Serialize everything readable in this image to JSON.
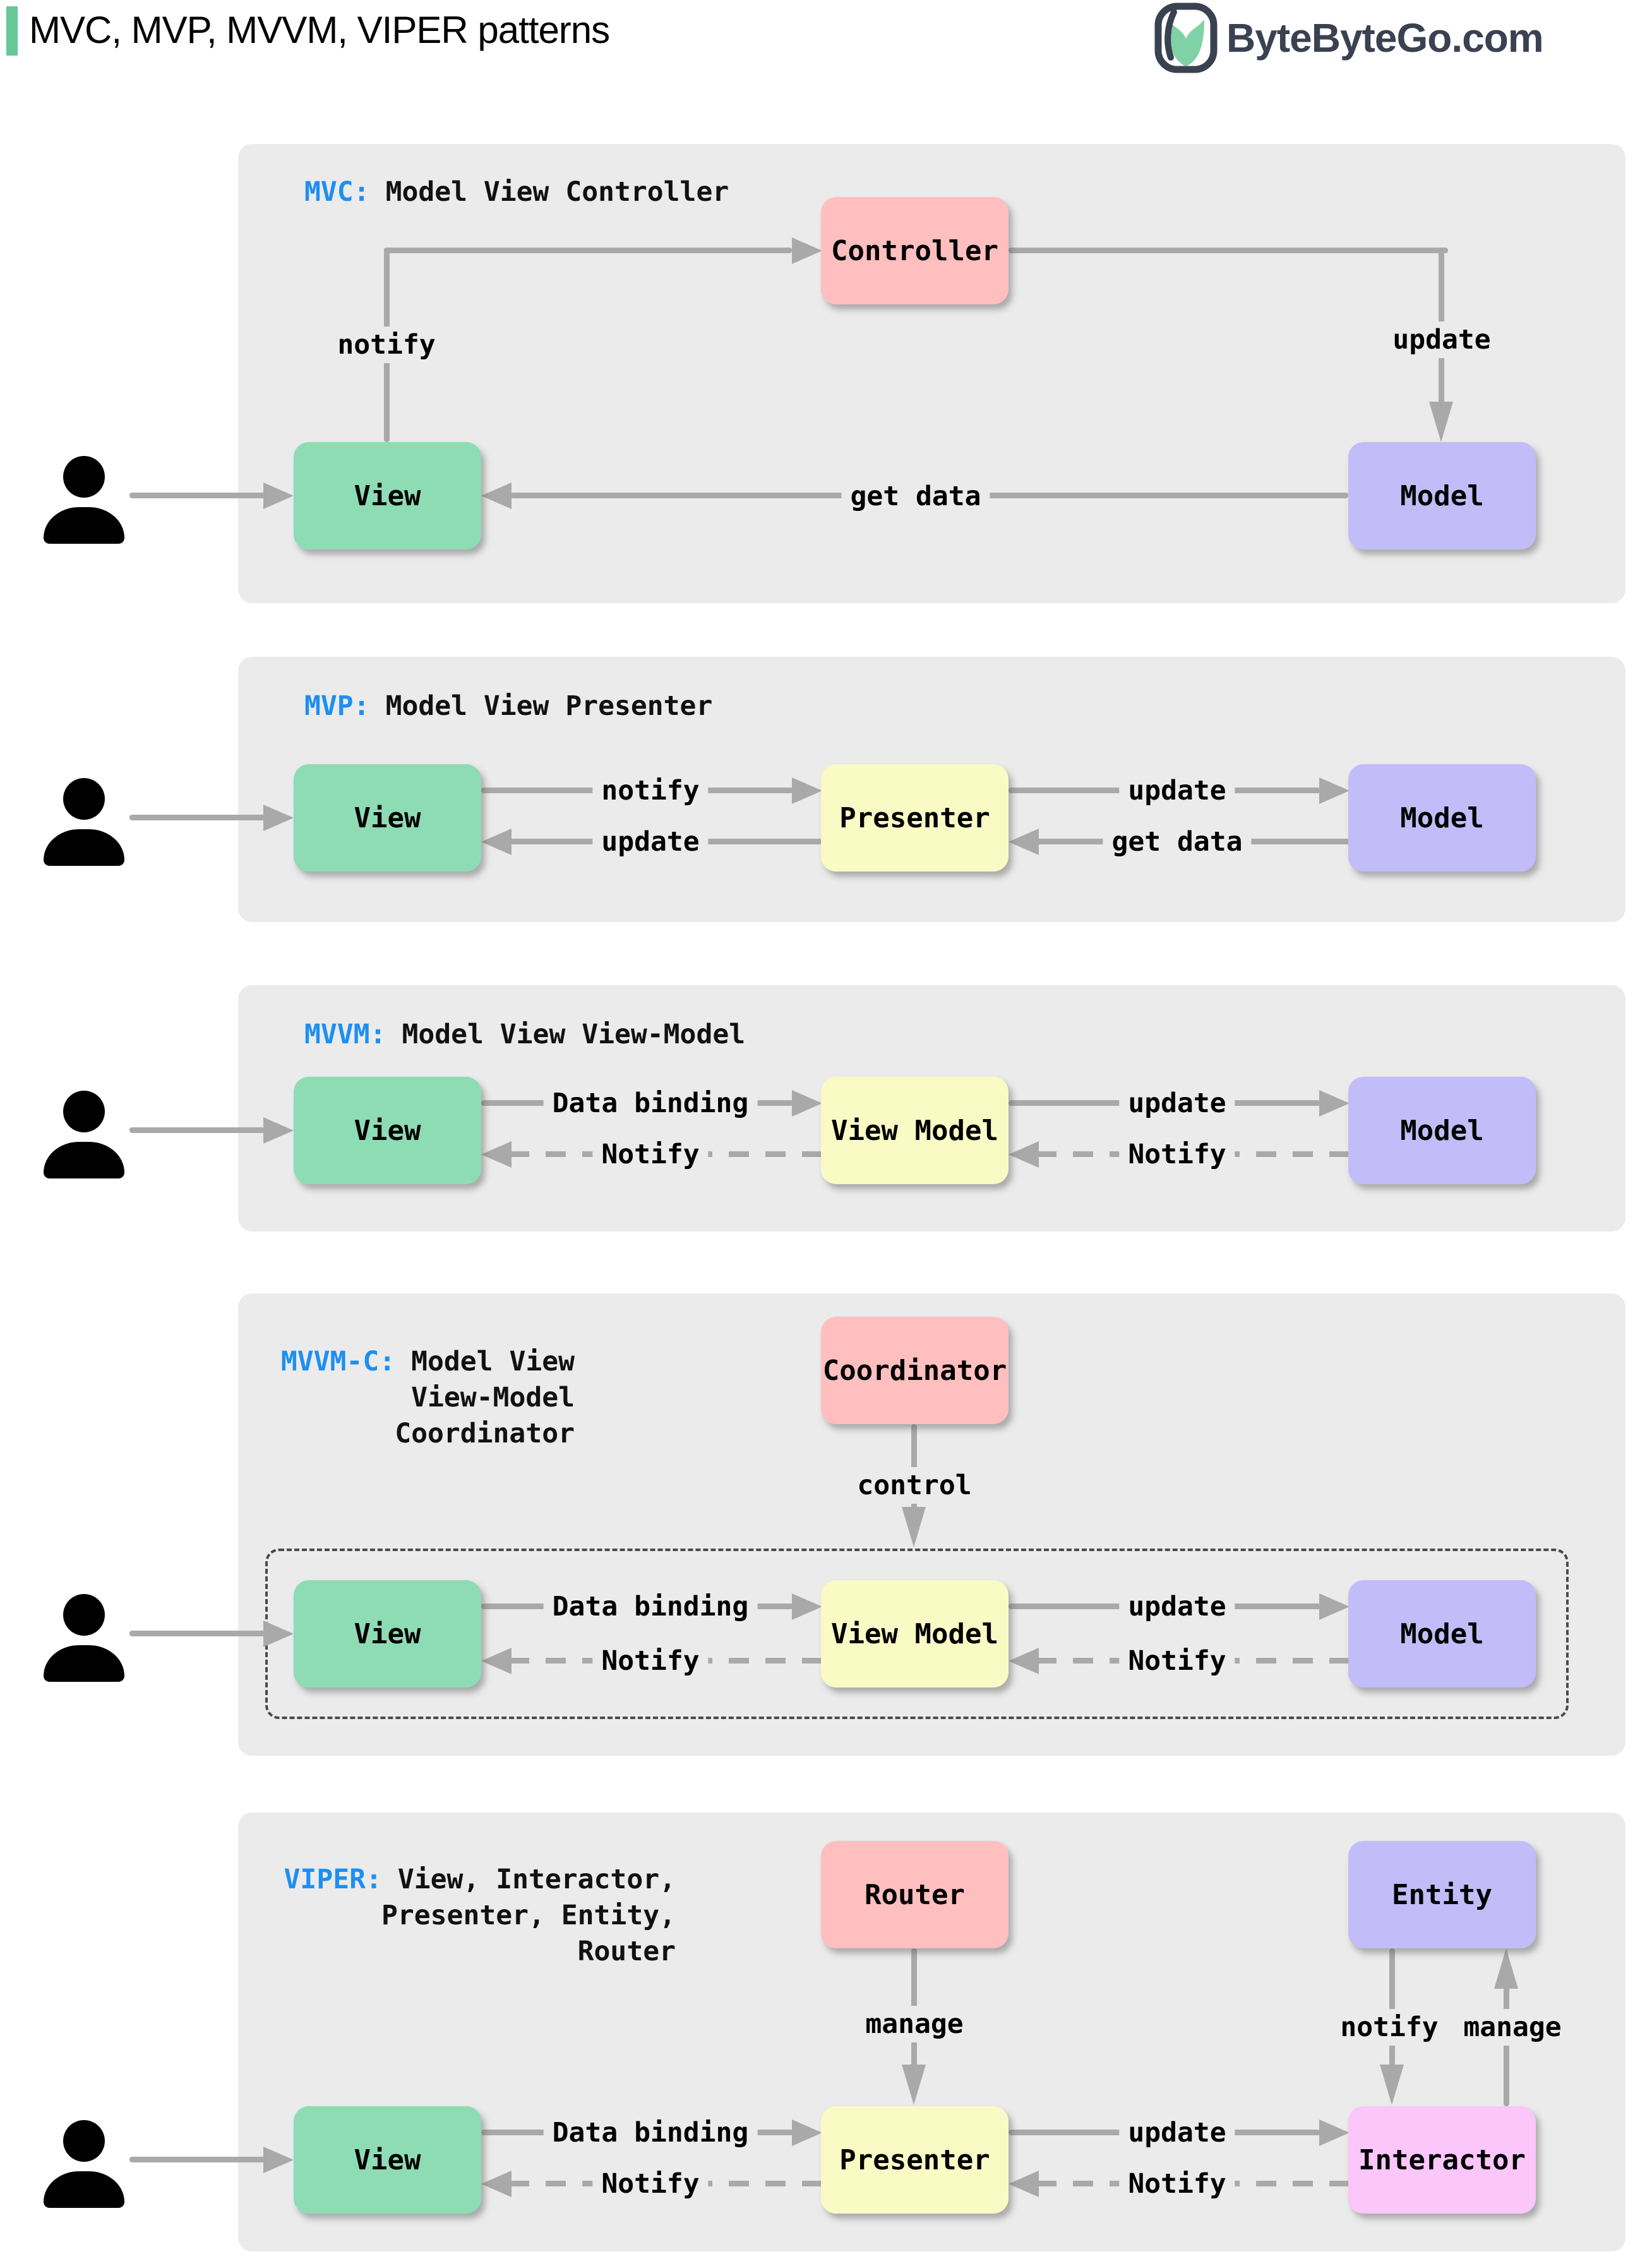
{
  "header": {
    "title": "MVC, MVP, MVVM, VIPER patterns",
    "brand": "ByteByteGo.com"
  },
  "colors": {
    "accent_green": "#67c795",
    "abbr_blue": "#1d8ff2",
    "panel_gray": "#ebebeb",
    "arrow_gray": "#a9a9a9",
    "box_green": "#8edcb4",
    "box_pink": "#ffbfbf",
    "box_purple": "#c2bdf8",
    "box_yellow": "#fafac5",
    "box_magenta": "#fbc6f9",
    "logo_dark": "#3a4150"
  },
  "icons": {
    "user": "user-icon",
    "brand": "bytebytego-owl-icon"
  },
  "panels": [
    {
      "abbr": "MVC:",
      "desc": "Model View Controller",
      "nodes": {
        "top": "Controller",
        "left": "View",
        "right": "Model"
      },
      "labels": {
        "notify": "notify",
        "update": "update",
        "get_data": "get data"
      }
    },
    {
      "abbr": "MVP:",
      "desc": "Model View Presenter",
      "nodes": {
        "left": "View",
        "center": "Presenter",
        "right": "Model"
      },
      "labels": {
        "notify": "notify",
        "update_top": "update",
        "update_bottom": "update",
        "get_data": "get data"
      }
    },
    {
      "abbr": "MVVM:",
      "desc": "Model View View-Model",
      "nodes": {
        "left": "View",
        "center": "View Model",
        "right": "Model"
      },
      "labels": {
        "data_binding": "Data binding",
        "update": "update",
        "notify_left": "Notify",
        "notify_right": "Notify"
      }
    },
    {
      "abbr": "MVVM-C:",
      "desc_lines": [
        "Model View",
        "View-Model",
        "Coordinator"
      ],
      "nodes": {
        "top": "Coordinator",
        "left": "View",
        "center": "View Model",
        "right": "Model"
      },
      "labels": {
        "control": "control",
        "data_binding": "Data binding",
        "update": "update",
        "notify_left": "Notify",
        "notify_right": "Notify"
      }
    },
    {
      "abbr": "VIPER:",
      "desc_lines": [
        "View, Interactor,",
        "Presenter, Entity,",
        "Router"
      ],
      "nodes": {
        "top_center": "Router",
        "top_right": "Entity",
        "left": "View",
        "center": "Presenter",
        "right": "Interactor"
      },
      "labels": {
        "manage_router": "manage",
        "notify_entity": "notify",
        "manage_entity": "manage",
        "data_binding": "Data binding",
        "update": "update",
        "notify_left": "Notify",
        "notify_right": "Notify"
      }
    }
  ]
}
